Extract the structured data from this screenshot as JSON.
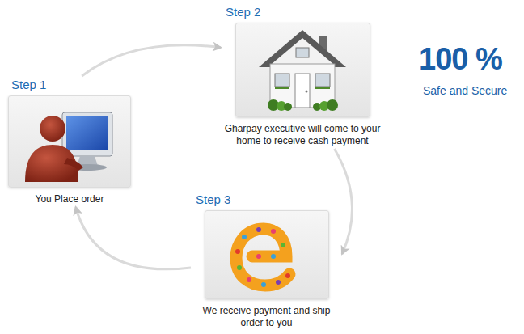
{
  "diagram": {
    "nodes": [
      {
        "text": [
          "Step 1",
          "You Place order"
        ]
      },
      {
        "text": [
          "Step 2",
          "Gharpay executive will come to your home to receive cash payment"
        ]
      },
      {
        "text": [
          "Step 3",
          "We receive payment and ship order to you"
        ]
      }
    ],
    "edges": [
      {
        "from": 0,
        "to": 1,
        "arrow": "to"
      },
      {
        "from": 1,
        "to": 2,
        "arrow": "to"
      },
      {
        "from": 2,
        "to": 0,
        "arrow": "to"
      }
    ],
    "labels": [
      "100 %",
      "Safe and Secure"
    ]
  }
}
